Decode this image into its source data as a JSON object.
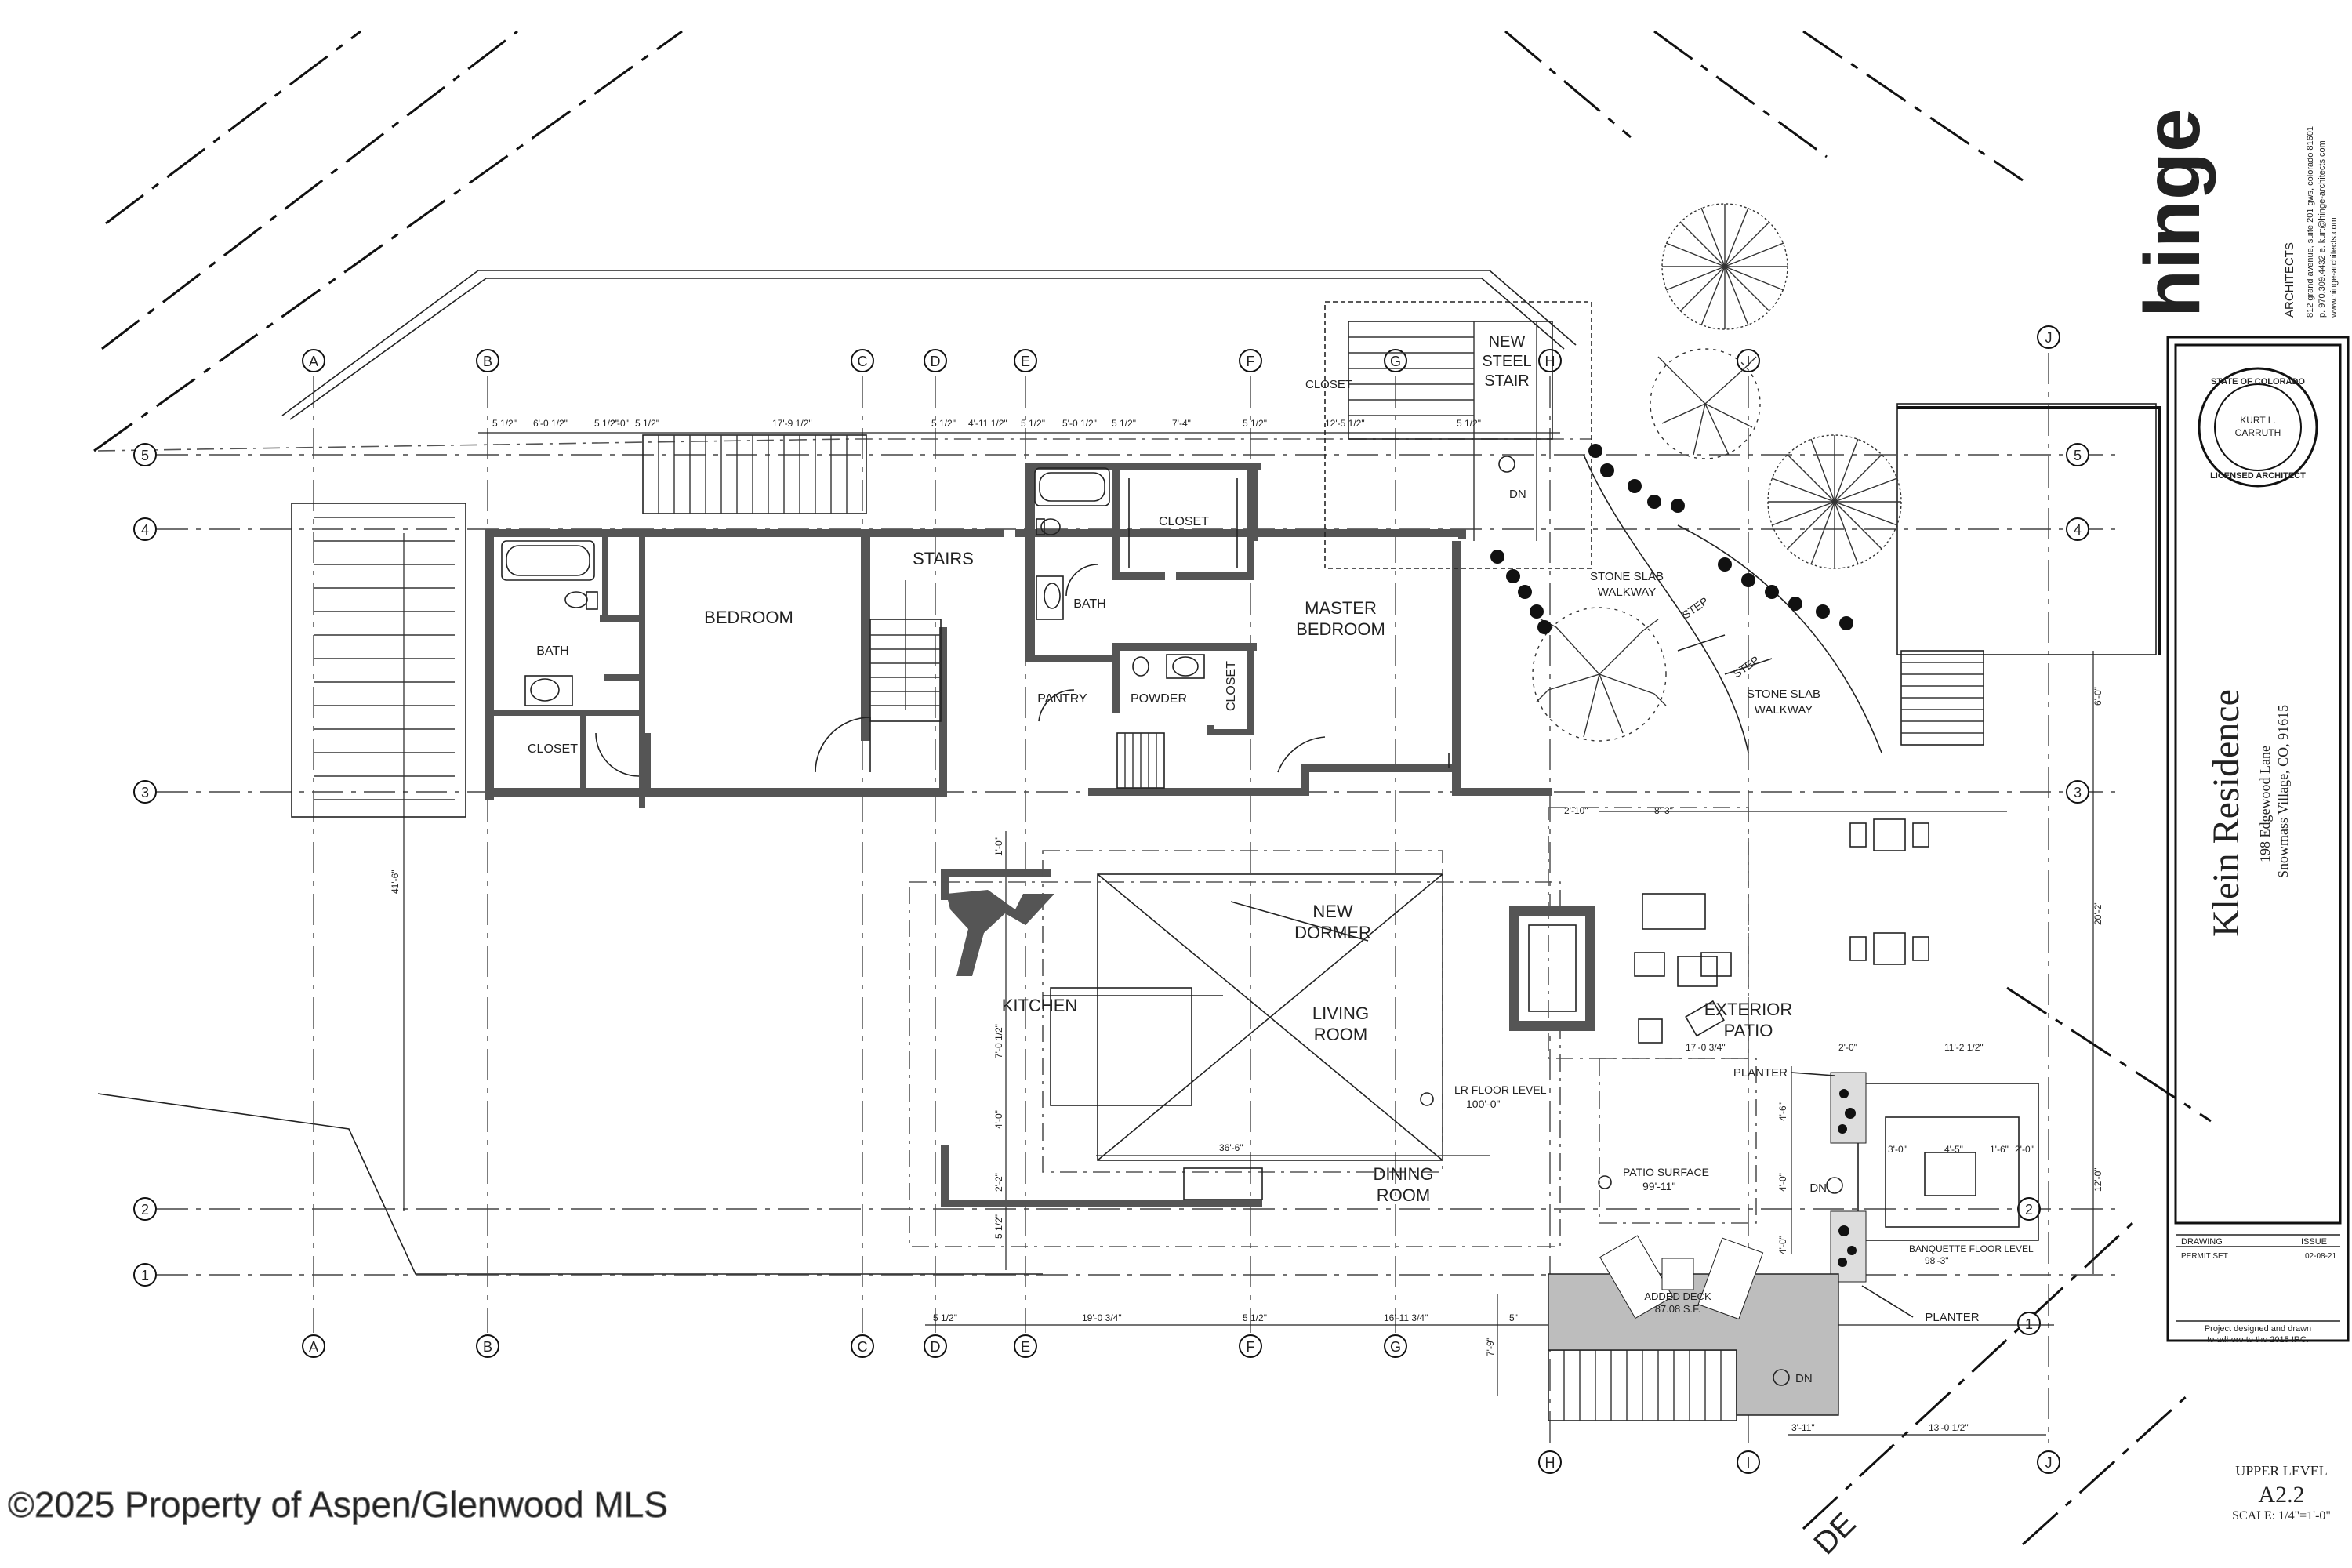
{
  "rooms": {
    "bedroom": "BEDROOM",
    "bath1": "BATH",
    "closet1": "CLOSET",
    "stairs": "STAIRS",
    "bath2": "BATH",
    "closet2": "CLOSET",
    "pantry": "PANTRY",
    "powder": "POWDER",
    "closet3": "CLOSET",
    "closet4": "CLOSET",
    "master": [
      "MASTER",
      "BEDROOM"
    ],
    "kitchen": "KITCHEN",
    "living": [
      "LIVING",
      "ROOM"
    ],
    "dining": [
      "DINING",
      "ROOM"
    ],
    "dormer": [
      "NEW",
      "DORMER"
    ],
    "patio": [
      "EXTERIOR",
      "PATIO"
    ],
    "steel_stair": [
      "NEW",
      "STEEL",
      "STAIR"
    ],
    "walkway1": [
      "STONE SLAB",
      "WALKWAY"
    ],
    "walkway2": [
      "STONE SLAB",
      "WALKWAY"
    ],
    "step1": "STEP",
    "step2": "STEP",
    "planter1": "PLANTER",
    "planter2": "PLANTER",
    "dn1": "DN",
    "dn2": "DN",
    "dn3": "DN",
    "added_deck": [
      "ADDED DECK",
      "87.08 S.F."
    ],
    "lr_floor": [
      "LR FLOOR LEVEL",
      "100'-0\""
    ],
    "patio_surface": [
      "PATIO SURFACE",
      "99'-11\""
    ],
    "banquette": [
      "BANQUETTE FLOOR LEVEL",
      "98'-3\""
    ]
  },
  "grid": {
    "columns": [
      "A",
      "B",
      "C",
      "D",
      "E",
      "F",
      "G",
      "H",
      "I",
      "J"
    ],
    "rows": [
      "5",
      "4",
      "3",
      "2",
      "1"
    ]
  },
  "dims": {
    "top": [
      "5 1/2\"",
      "6'-0 1/2\"",
      "5 1/2\"",
      "2'-0\"",
      "5 1/2\"",
      "17'-9 1/2\"",
      "5 1/2\"",
      "4'-11 1/2\"",
      "5 1/2\"",
      "5'-0 1/2\"",
      "5 1/2\"",
      "7'-4\"",
      "5 1/2\"",
      "12'-5 1/2\"",
      "5 1/2\""
    ],
    "bottom": [
      "5 1/2\"",
      "19'-0 3/4\"",
      "5 1/2\"",
      "16'-11 3/4\"",
      "5\"",
      "3'-11\"",
      "13'-0 1/2\""
    ],
    "left_vertical": "41'-6\"",
    "living_width": "36'-6\"",
    "right1": "6'-0\"",
    "right2": "20'-2\"",
    "right3": "12'-0\"",
    "patio_top": [
      "2'-10\"",
      "8'-3\"",
      "17'-0 3/4\"",
      "2'-0\"",
      "11'-2 1/2\""
    ],
    "banquette_dims": [
      "3'-0\"",
      "4'-5\"",
      "2'-0\"",
      "1'-6\""
    ],
    "side_vertical": [
      "4'-6\"",
      "4'-0\"",
      "4'-0\"",
      "7'-9\""
    ],
    "kitchen_vertical": [
      "1'-0\"",
      "7'-0 1/2\"",
      "4'-0\"",
      "2'-2\"",
      "5 1/2\""
    ]
  },
  "title_block": {
    "firm": "hinge",
    "firm_sub": "ARCHITECTS",
    "address": "812 grand avenue, suite 201 gws, colorado 81601",
    "contact": "p. 970.309.4432   e. kurt@hinge-architects.com",
    "web": "www.hinge-architects.com",
    "stamp": [
      "STATE OF COLORADO",
      "KURT L.",
      "CARRUTH",
      "LICENSED ARCHITECT"
    ],
    "project": "Klein Residence",
    "project_address": "198 Edgewood Lane",
    "project_city": "Snowmass Village, CO, 91615",
    "drawing_label": "DRAWING",
    "issue_label": "ISSUE",
    "issue_name": "PERMIT SET",
    "issue_date": "02-08-21",
    "note": [
      "Project designed and drawn",
      "to adhere to the 2015 IRC."
    ],
    "sheet_title": "UPPER LEVEL",
    "sheet_number": "A2.2",
    "scale": "SCALE: 1/4\"=1'-0\""
  },
  "watermark": "©2025 Property of Aspen/Glenwood MLS",
  "road_fragment": "DE"
}
